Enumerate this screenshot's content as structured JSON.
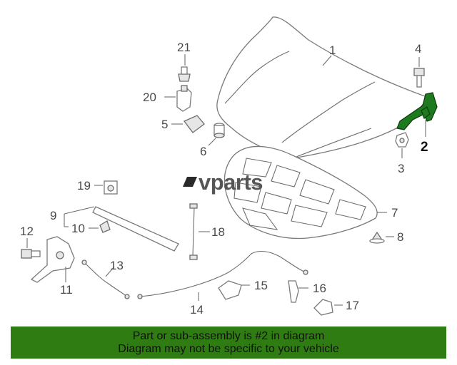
{
  "diagram": {
    "callouts": [
      "1",
      "2",
      "3",
      "4",
      "5",
      "6",
      "7",
      "8",
      "9",
      "10",
      "11",
      "12",
      "13",
      "14",
      "15",
      "16",
      "17",
      "18",
      "19",
      "20",
      "21"
    ],
    "highlighted_callout": "2",
    "highlight_color": "#1e7a1e",
    "watermark": "vparts"
  },
  "banner": {
    "line1": "Part or sub-assembly is #2 in diagram",
    "line2": "Diagram may not be specific to your vehicle",
    "background": "#2f7d12"
  }
}
